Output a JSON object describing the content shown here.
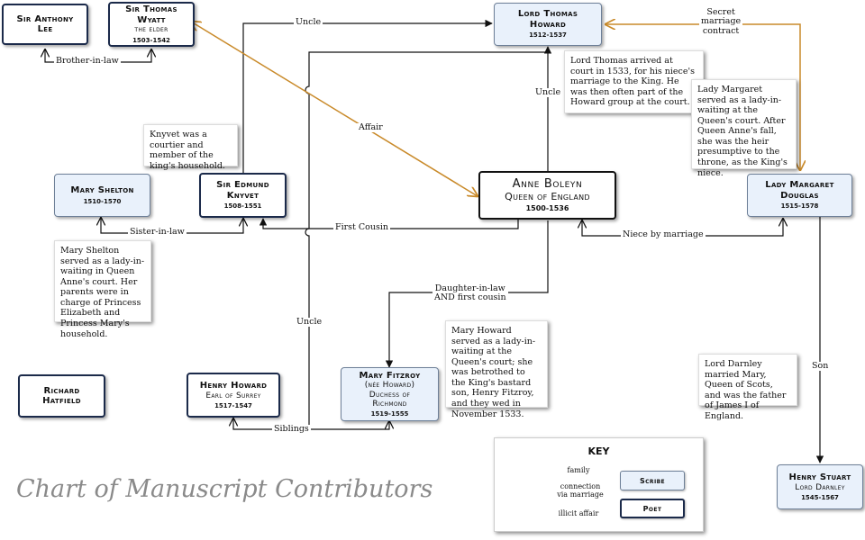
{
  "colors": {
    "family": "#111111",
    "affair": "#c98a2a",
    "scribe_fill": "#e9f1fb",
    "border": "#1b2a4a"
  },
  "title": "Chart of Manuscript Contributors",
  "people": {
    "lee": {
      "line1": "Sir Anthony",
      "line2": "Lee"
    },
    "wyatt": {
      "line1": "Sir Thomas",
      "line2": "Wyatt",
      "line3": "the elder",
      "dates": "1503-1542"
    },
    "howard_t": {
      "line1": "Lord Thomas",
      "line2": "Howard",
      "dates": "1512-1537"
    },
    "shelton": {
      "line1": "Mary Shelton",
      "dates": "1510-1570"
    },
    "knyvet": {
      "line1": "Sir Edmund",
      "line2": "Knyvet",
      "dates": "1508-1551"
    },
    "boleyn": {
      "line1": "Anne Boleyn",
      "line2": "Queen of England",
      "dates": "1500-1536"
    },
    "douglas": {
      "line1": "Lady Margaret",
      "line2": "Douglas",
      "dates": "1515-1578"
    },
    "hatfield": {
      "line1": "Richard",
      "line2": "Hatfield"
    },
    "henry_howard": {
      "line1": "Henry Howard",
      "line2": "Earl of Surrey",
      "dates": "1517-1547"
    },
    "fitzroy": {
      "line1": "Mary Fitzroy",
      "line2": "(née Howard)",
      "line3": "Duchess of",
      "line4": "Richmond",
      "dates": "1519-1555"
    },
    "stuart": {
      "line1": "Henry Stuart",
      "line2": "Lord Darnley",
      "dates": "1545-1567"
    }
  },
  "relations": {
    "brother_in_law": "Brother-in-law",
    "uncle_top": "Uncle",
    "secret_marriage": [
      "Secret",
      "marriage",
      "contract"
    ],
    "uncle_right": "Uncle",
    "affair": "Affair",
    "sister_in_law": "Sister-in-law",
    "first_cousin": "First Cousin",
    "niece_by_marriage": "Niece by marriage",
    "daughter_in_law": [
      "Daughter-in-law",
      "AND first cousin"
    ],
    "uncle_mid": "Uncle",
    "son": "Son",
    "siblings": "Siblings"
  },
  "notes": {
    "knyvet_note": "Knyvet was a courtier and member of the king's household.",
    "howard_note": "Lord Thomas arrived at court in 1533, for his niece's marriage to the King. He was then often part of the Howard group at the court.",
    "margaret_note": "Lady Margaret served as a lady-in-waiting at the Queen's court. After Queen Anne's fall, she was the heir presumptive to the throne, as the King's niece.",
    "shelton_note": "Mary Shelton served as a lady-in-waiting in Queen Anne's court. Her parents were in charge of Princess Elizabeth and Princess Mary's household.",
    "fitzroy_note": "Mary Howard served as a lady-in-waiting at the Queen's court; she was betrothed to the King's bastard son, Henry Fitzroy, and they wed in November 1533.",
    "darnley_note": "Lord Darnley married Mary, Queen of Scots, and was the father of James I of England."
  },
  "key": {
    "title": "KEY",
    "family": "family",
    "connection": [
      "connection",
      "via marriage"
    ],
    "illicit": "illicit affair",
    "scribe": "Scribe",
    "poet": "Poet"
  }
}
